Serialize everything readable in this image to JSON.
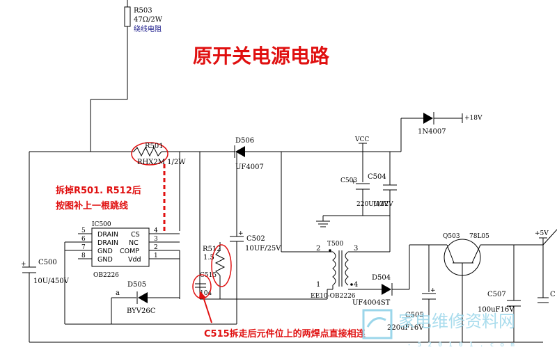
{
  "title": "原开关电源电路",
  "notes": {
    "remove_r501": "拆掉R501. R512后",
    "add_jumper": "按图补上一根跳线",
    "c515": "C515拆走后元件位上的两焊点直接相连"
  },
  "components": {
    "r503_ref": "R503",
    "r503_value": "47Ω/2W",
    "r503_desc": "绕线电阻",
    "r501_ref": "R501",
    "r501_value": "RHX2M 1/2W",
    "d506_ref": "D506",
    "d506_part": "UF4007",
    "d_top_part": "1N4007",
    "v18_label": "+18V",
    "vcc_label": "VCC",
    "c503_ref": "C503",
    "c503_value": "220U/42V",
    "c504_ref": "C504",
    "c504_value": "U/42V",
    "c502_ref": "C502",
    "c502_value": "10UF/25V",
    "r512_ref": "R512",
    "r512_value": "1.5",
    "c515_ref": "C515",
    "c515_value": "104",
    "c500_ref": "C500",
    "c500_value": "10U/450V",
    "ic_ref": "IC500",
    "ic_part": "OB2226",
    "d505_ref": "D505",
    "d505_part": "BYV26C",
    "node_a": "a",
    "t500_ref": "T500",
    "t500_part": "EE10-OB2226",
    "pin2": "2",
    "pin3": "3",
    "pin1": "1",
    "pin4": "4",
    "d504_ref": "D504",
    "d504_part": "UF4004ST",
    "q503_ref": "Q503",
    "q503_part": "78L05",
    "v5_label": "+5V",
    "c505_ref": "C505",
    "c505_value": "220uF16V",
    "c507_ref": "C507",
    "c507_value": "100uF16V",
    "c_edge": "C"
  },
  "ic_pins": {
    "left_nums": [
      "5",
      "6",
      "7",
      "8"
    ],
    "left_names": [
      "DRAIN",
      "DRAIN",
      "GND",
      "GND"
    ],
    "right_names": [
      "CS",
      "NC",
      "COMP",
      "Vdd"
    ],
    "right_nums": [
      "4",
      "3",
      "2",
      "1"
    ]
  },
  "watermark": {
    "main": "家电维修资料网",
    "url": "- 5 2 0 1 0 1 . c o m"
  },
  "colors": {
    "annotation_red": "#e01010",
    "wire": "#000000",
    "watermark": "#9bd6ea",
    "label_blue": "#1a1a8a"
  }
}
